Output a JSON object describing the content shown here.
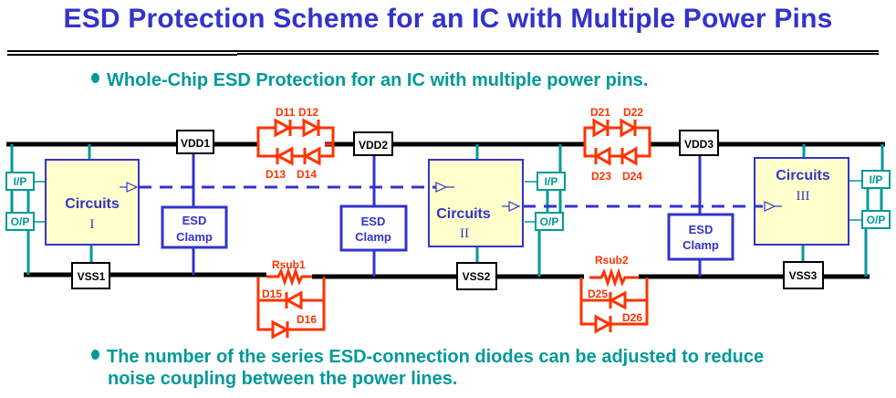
{
  "title": "ESD Protection Scheme for an IC with Multiple Power Pins",
  "bullets": [
    "Whole-Chip ESD Protection for an IC with multiple power pins.",
    "The number of the series ESD-connection diodes can be adjusted to reduce",
    "noise coupling between the power lines."
  ],
  "colors": {
    "title": "#3333cc",
    "bullet": "#009999",
    "rail": "#000000",
    "circuit": "#3333cc",
    "circuit_fill": "#ffffcc",
    "io": "#009999",
    "diode": "#ff3300"
  },
  "diagram": {
    "power_pins": [
      "VDD1",
      "VDD2",
      "VDD3"
    ],
    "ground_pins": [
      "VSS1",
      "VSS2",
      "VSS3"
    ],
    "circuits": [
      {
        "label": "Circuits",
        "numeral": "I"
      },
      {
        "label": "Circuits",
        "numeral": "II"
      },
      {
        "label": "Circuits",
        "numeral": "III"
      }
    ],
    "esd_clamp": {
      "line1": "ESD",
      "line2": "Clamp"
    },
    "io": {
      "input": "I/P",
      "output": "O/P"
    },
    "vdd_diode_groups": [
      {
        "forward": [
          "D11",
          "D12"
        ],
        "reverse": [
          "D13",
          "D14"
        ]
      },
      {
        "forward": [
          "D21",
          "D22"
        ],
        "reverse": [
          "D23",
          "D24"
        ]
      }
    ],
    "vss_links": [
      {
        "resistor": "Rsub1",
        "diodes": [
          "D15",
          "D16"
        ]
      },
      {
        "resistor": "Rsub2",
        "diodes": [
          "D25",
          "D26"
        ]
      }
    ]
  }
}
